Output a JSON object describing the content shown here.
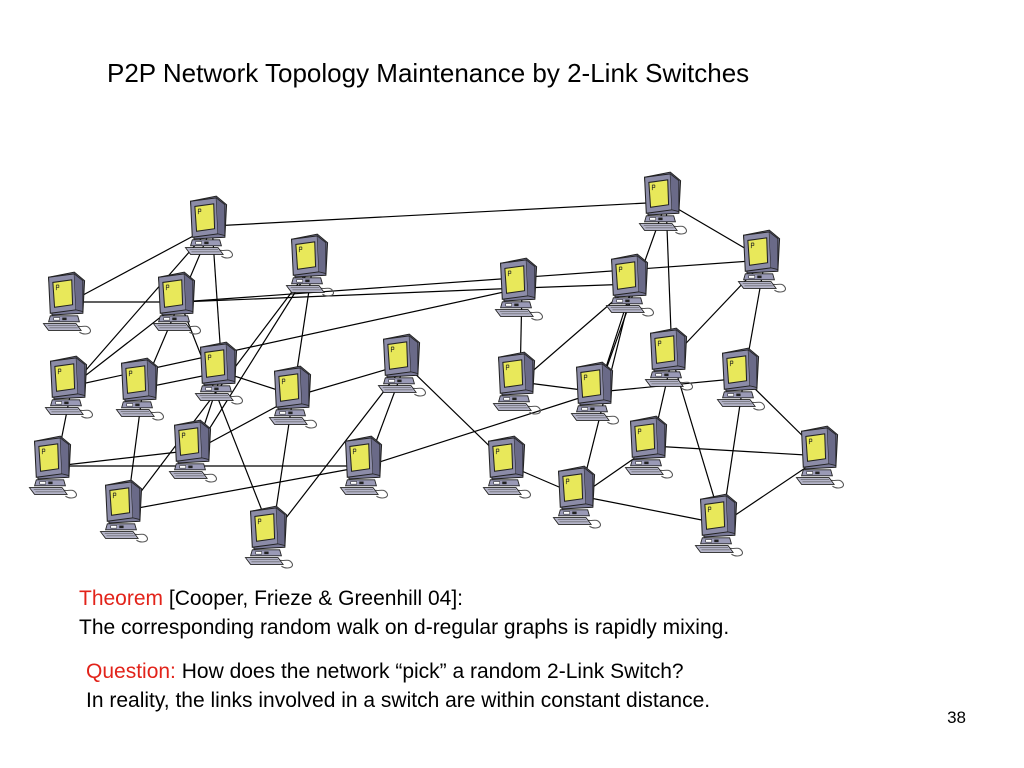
{
  "slide": {
    "title": "P2P Network Topology Maintenance by 2-Link Switches",
    "page_number": "38"
  },
  "theorem": {
    "label": "Theorem",
    "citation": " [Cooper, Frieze & Greenhill 04]:",
    "statement": "The corresponding random walk on d-regular graphs is rapidly mixing."
  },
  "question": {
    "label": "Question:",
    "text": " How does the network “pick” a random 2-Link Switch?",
    "note": "In reality, the links involved in a switch are within constant distance."
  },
  "colors": {
    "accent": "#e2231a",
    "monitor_body": "#8c8ca8",
    "screen": "#e8e85a",
    "link": "#000000"
  },
  "network": {
    "node_icon": "computer-icon",
    "nodes": [
      {
        "id": "n1"
      },
      {
        "id": "n2"
      },
      {
        "id": "n3"
      },
      {
        "id": "n4"
      },
      {
        "id": "n5"
      },
      {
        "id": "n6"
      },
      {
        "id": "n7"
      },
      {
        "id": "n8"
      },
      {
        "id": "n9"
      },
      {
        "id": "n10"
      },
      {
        "id": "n11"
      },
      {
        "id": "n12"
      },
      {
        "id": "n13"
      },
      {
        "id": "n14"
      },
      {
        "id": "n15"
      },
      {
        "id": "n16"
      },
      {
        "id": "n17"
      },
      {
        "id": "n18"
      },
      {
        "id": "n19"
      },
      {
        "id": "n20"
      },
      {
        "id": "n21"
      },
      {
        "id": "n22"
      },
      {
        "id": "n23"
      },
      {
        "id": "n24"
      },
      {
        "id": "n25"
      },
      {
        "id": "n26"
      },
      {
        "id": "n27"
      }
    ],
    "links": [
      [
        "n1",
        "n2"
      ],
      [
        "n1",
        "n4"
      ],
      [
        "n1",
        "n5"
      ],
      [
        "n1",
        "n6"
      ],
      [
        "n1",
        "n21"
      ],
      [
        "n2",
        "n3"
      ],
      [
        "n3",
        "n4"
      ],
      [
        "n3",
        "n10"
      ],
      [
        "n3",
        "n16"
      ],
      [
        "n3",
        "n23"
      ],
      [
        "n4",
        "n7"
      ],
      [
        "n4",
        "n16"
      ],
      [
        "n5",
        "n6"
      ],
      [
        "n5",
        "n8"
      ],
      [
        "n6",
        "n11"
      ],
      [
        "n6",
        "n9"
      ],
      [
        "n7",
        "n9"
      ],
      [
        "n7",
        "n12"
      ],
      [
        "n8",
        "n12"
      ],
      [
        "n8",
        "n13"
      ],
      [
        "n9",
        "n11"
      ],
      [
        "n9",
        "n13"
      ],
      [
        "n10",
        "n14"
      ],
      [
        "n10",
        "n13"
      ],
      [
        "n11",
        "n14"
      ],
      [
        "n12",
        "n14"
      ],
      [
        "n12",
        "n19"
      ],
      [
        "n14",
        "n15"
      ],
      [
        "n15",
        "n20"
      ],
      [
        "n16",
        "n17"
      ],
      [
        "n16",
        "n18"
      ],
      [
        "n17",
        "n18"
      ],
      [
        "n17",
        "n19"
      ],
      [
        "n18",
        "n19"
      ],
      [
        "n18",
        "n20"
      ],
      [
        "n19",
        "n25"
      ],
      [
        "n19",
        "n21"
      ],
      [
        "n20",
        "n26"
      ],
      [
        "n20",
        "n22"
      ],
      [
        "n21",
        "n24"
      ],
      [
        "n21",
        "n23"
      ],
      [
        "n22",
        "n24"
      ],
      [
        "n22",
        "n27"
      ],
      [
        "n23",
        "n24"
      ],
      [
        "n23",
        "n25"
      ],
      [
        "n24",
        "n26"
      ],
      [
        "n25",
        "n26"
      ],
      [
        "n25",
        "n27"
      ],
      [
        "n26",
        "n27"
      ]
    ]
  }
}
